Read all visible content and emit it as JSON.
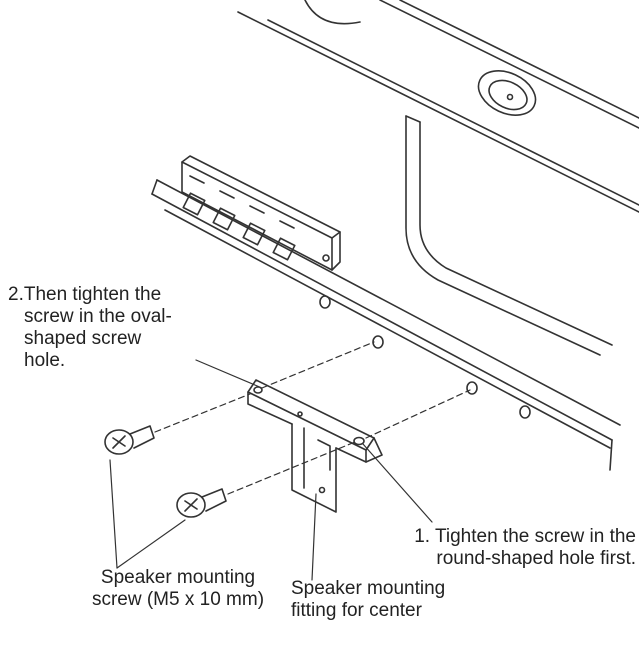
{
  "callouts": {
    "step2": {
      "lines": [
        "2.Then tighten the",
        "screw in the oval-",
        "shaped screw",
        "hole."
      ]
    },
    "step1": {
      "lines": [
        "1. Tighten the screw in the",
        "round-shaped hole first."
      ]
    },
    "screw": {
      "lines": [
        "Speaker mounting",
        "screw (M5 x 10 mm)"
      ]
    },
    "fitting": {
      "lines": [
        "Speaker mounting",
        "fitting for center"
      ]
    }
  },
  "colors": {
    "line": "#333333",
    "text": "#222222",
    "background": "#ffffff"
  }
}
